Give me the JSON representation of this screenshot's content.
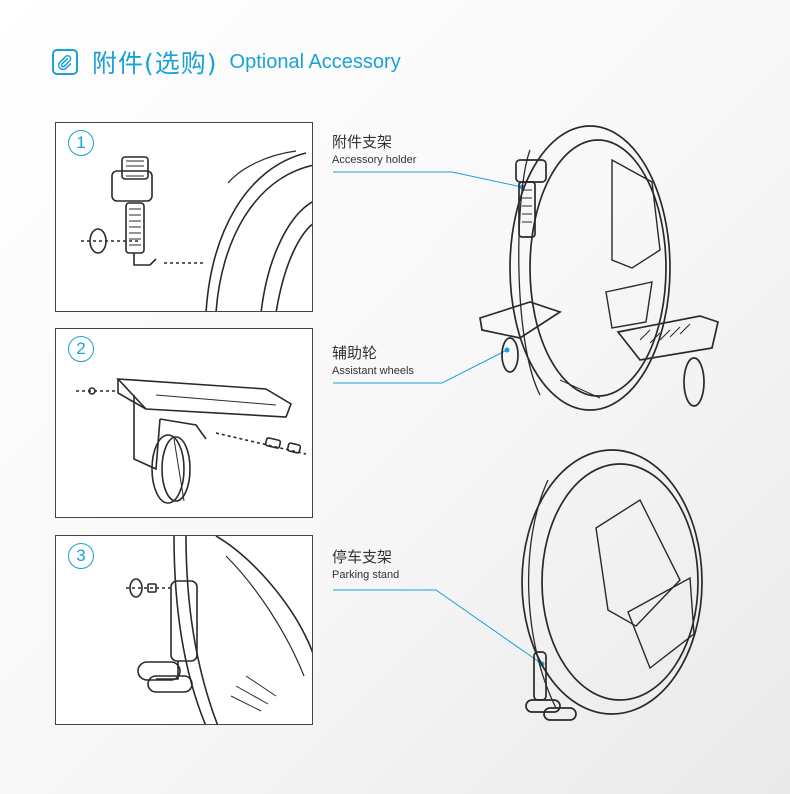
{
  "header": {
    "icon": "paperclip-icon",
    "title_cn": "附件(选购)",
    "title_en": "Optional Accessory"
  },
  "steps": [
    {
      "number": "1",
      "label_cn": "附件支架",
      "label_en": "Accessory  holder"
    },
    {
      "number": "2",
      "label_cn": "辅助轮",
      "label_en": "Assistant wheels"
    },
    {
      "number": "3",
      "label_cn": "停车支架",
      "label_en": "Parking stand"
    }
  ],
  "colors": {
    "accent": "#1ba1d8",
    "line_art": "#2a2a2a",
    "panel_border": "#444444"
  }
}
